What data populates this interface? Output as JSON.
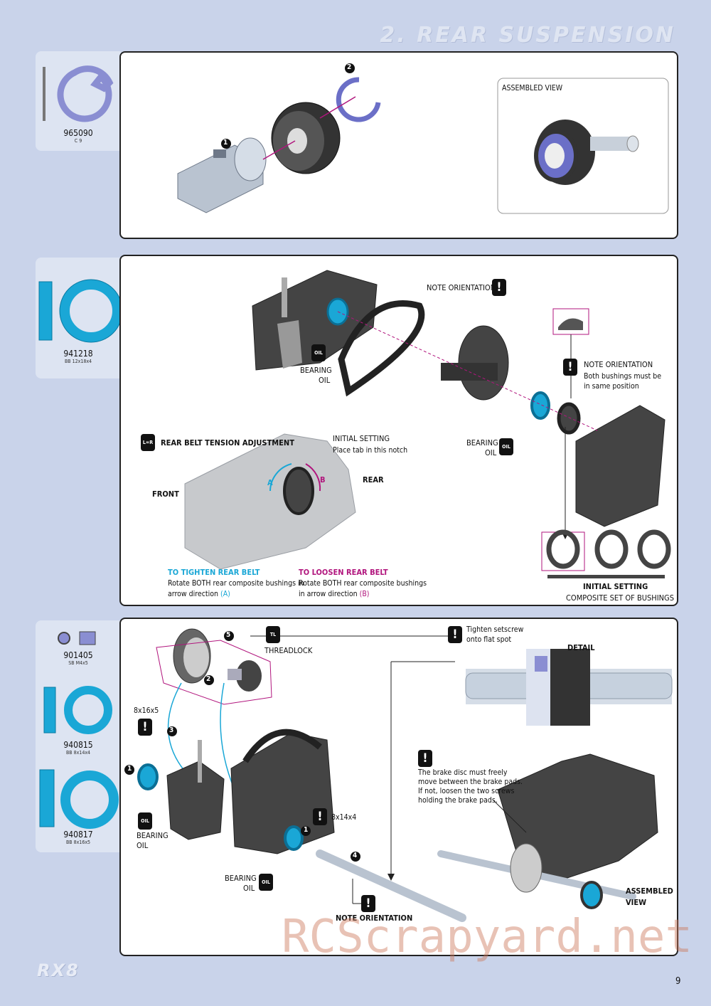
{
  "header": {
    "title": "2. REAR SUSPENSION"
  },
  "footer": {
    "logo": "RX8",
    "page_number": "9",
    "watermark": "RCScrapyard.net"
  },
  "parts": {
    "p1": {
      "number": "965090",
      "desc": "C 9"
    },
    "p2": {
      "number": "941218",
      "desc": "BB 12x18x4"
    },
    "p3a": {
      "number": "901405",
      "desc": "SB M4x5"
    },
    "p3b": {
      "number": "940815",
      "desc": "BB 8x14x4"
    },
    "p3c": {
      "number": "940817",
      "desc": "BB 8x16x5"
    }
  },
  "step1": {
    "callout1": "1",
    "callout2": "2",
    "assembled_view": "ASSEMBLED VIEW"
  },
  "step2": {
    "note_orientation_top": "NOTE ORIENTATION",
    "note_orientation_right": "NOTE ORIENTATION",
    "note_right_text_1": "Both bushings must be",
    "note_right_text_2": "in same position",
    "bearing": "BEARING",
    "oil": "OIL",
    "oil_icon": "OIL",
    "belt_tension": "REAR BELT TENSION ADJUSTMENT",
    "lr_icon": "L=R",
    "initial_setting_title": "INITIAL SETTING",
    "initial_setting_text": "Place tab in this notch",
    "front": "FRONT",
    "rear": "REAR",
    "arrow_a": "A",
    "arrow_b": "B",
    "tighten_title": "TO TIGHTEN REAR BELT",
    "tighten_text_1": "Rotate BOTH rear composite bushings in",
    "tighten_text_2": "arrow direction",
    "tighten_ref": "(A)",
    "loosen_title": "TO LOOSEN REAR BELT",
    "loosen_text_1": "Rotate BOTH rear composite bushings",
    "loosen_text_2": "in arrow direction",
    "loosen_ref": "(B)",
    "initial_setting_caption": "INITIAL SETTING",
    "composite_set": "COMPOSITE SET OF BUSHINGS"
  },
  "step3": {
    "threadlock": "THREADLOCK",
    "tl_icon": "TL",
    "setscrew_note_1": "Tighten setscrew",
    "setscrew_note_2": "onto flat spot",
    "detail": "DETAIL",
    "size_8x16x5": "8x16x5",
    "size_8x14x4": "8x14x4",
    "bearing": "BEARING",
    "oil": "OIL",
    "oil_icon": "OIL",
    "brake_note_1": "The brake disc must freely",
    "brake_note_2": "move between the brake pads.",
    "brake_note_3": "If not, loosen the two screws",
    "brake_note_4": "holding the brake pads.",
    "note_orientation": "NOTE ORIENTATION",
    "assembled": "ASSEMBLED",
    "view": "VIEW",
    "c1": "1",
    "c2": "2",
    "c3": "3",
    "c4": "4",
    "c5": "5"
  },
  "colors": {
    "page_bg": "#c9d3ea",
    "tab_bg": "#dde4f2",
    "cyan": "#1aa7d6",
    "magenta": "#b1157d",
    "clip_purple": "#6b6fc7"
  }
}
